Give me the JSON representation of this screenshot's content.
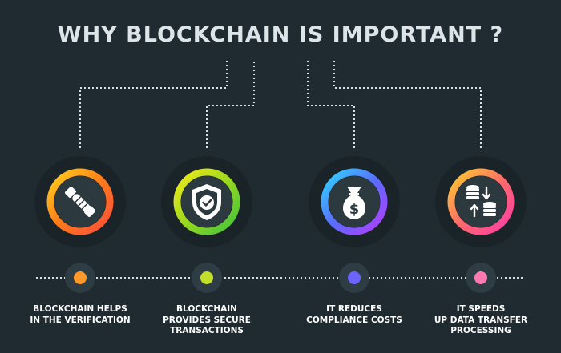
{
  "title": "WHY BLOCKCHAIN IS IMPORTANT ?",
  "items": [
    {
      "icon": "handshake-icon",
      "caption": [
        "BLOCKCHAIN HELPS",
        "IN THE VERIFICATION"
      ],
      "ring_colors": [
        "#ffd21e",
        "#ff7a1a",
        "#ff4d3a"
      ],
      "dot_color": "#ff9a2a"
    },
    {
      "icon": "shield-check-icon",
      "caption": [
        "BLOCKCHAIN",
        "PROVIDES SECURE",
        "TRANSACTIONS"
      ],
      "ring_colors": [
        "#f4ea1a",
        "#9ad81f",
        "#3fc23c"
      ],
      "dot_color": "#c2e02a"
    },
    {
      "icon": "money-bag-icon",
      "caption": [
        "IT REDUCES",
        "COMPLIANCE COSTS"
      ],
      "ring_colors": [
        "#2fd6ff",
        "#5a6cff",
        "#b43cff"
      ],
      "dot_color": "#6d63ff"
    },
    {
      "icon": "database-transfer-icon",
      "caption": [
        "IT SPEEDS",
        "UP DATA TRANSFER",
        "PROCESSING"
      ],
      "ring_colors": [
        "#ffce2a",
        "#ff6a6a",
        "#ff3ca8"
      ],
      "dot_color": "#ff7ab0"
    }
  ]
}
